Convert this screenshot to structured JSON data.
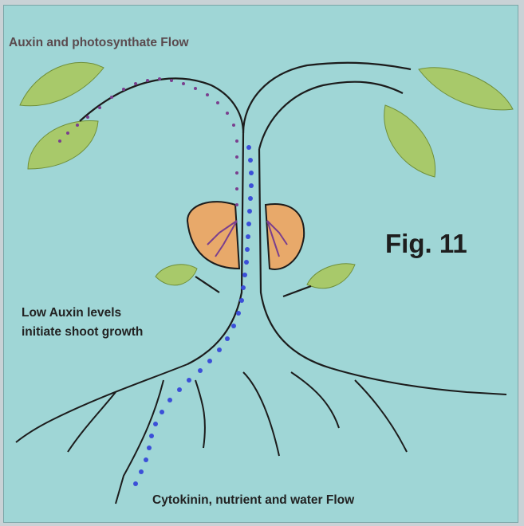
{
  "diagram": {
    "title": "Auxin and photosynthate Flow",
    "low_auxin_line1": "Low Auxin levels",
    "low_auxin_line2": "initiate shoot growth",
    "bottom_label": "Cytokinin, nutrient and water Flow",
    "figure_label": "Fig. 11"
  },
  "colors": {
    "background": "#9fd6d6",
    "leaf": "#a8c96a",
    "leaf_shade": "#7fa84a",
    "bud": "#e8a96a",
    "stem_outline": "#1c1c1c",
    "blue_dots": "#3b4fd8",
    "purple_dots": "#7a3f8e"
  },
  "icons": [
    "leaf-icon",
    "bud-icon",
    "root-icon"
  ]
}
